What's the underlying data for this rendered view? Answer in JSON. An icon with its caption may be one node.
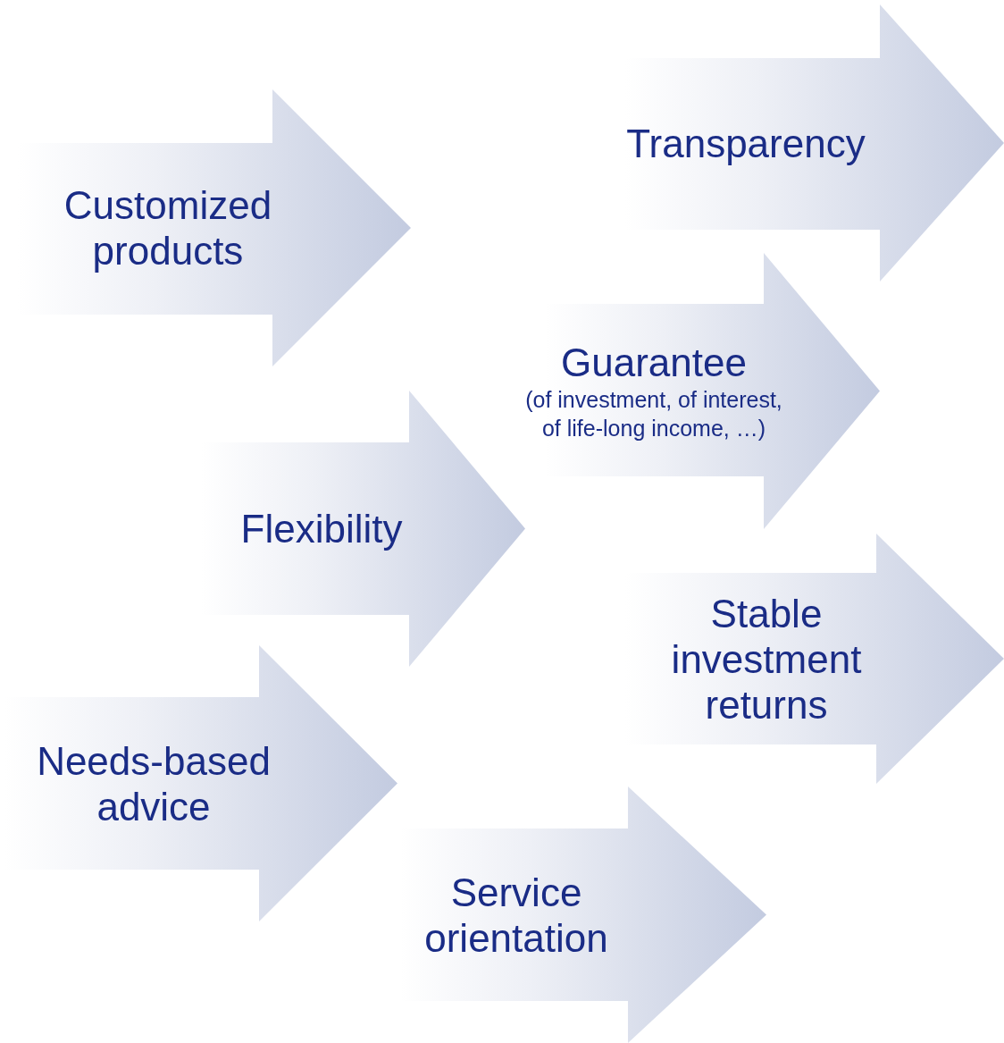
{
  "diagram": {
    "nodes": [
      {
        "text": [
          "Transparency"
        ]
      },
      {
        "text": [
          "Customized products"
        ]
      },
      {
        "text": [
          "Guarantee",
          "(of investment, of interest, of life-long income, …)"
        ]
      },
      {
        "text": [
          "Flexibility"
        ]
      },
      {
        "text": [
          "Stable investment returns"
        ]
      },
      {
        "text": [
          "Needs-based advice"
        ]
      },
      {
        "text": [
          "Service orientation"
        ]
      }
    ]
  }
}
